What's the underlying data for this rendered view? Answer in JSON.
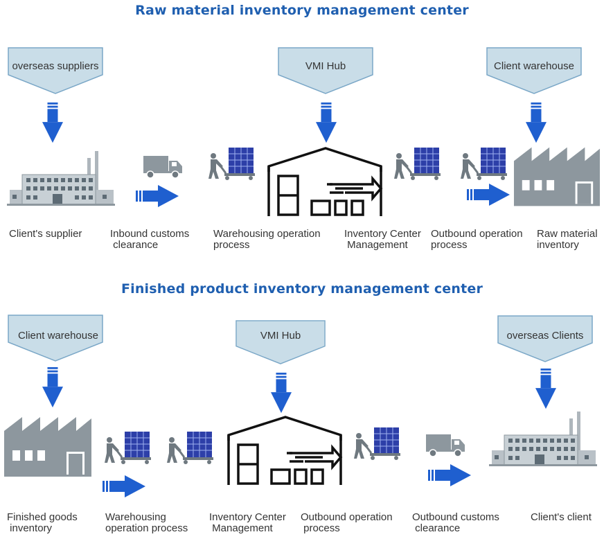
{
  "sections": [
    {
      "title": "Raw material inventory management center",
      "tags": [
        "overseas suppliers",
        "VMI Hub",
        "Client warehouse"
      ],
      "steps": [
        "Client's supplier",
        "Inbound customs\n clearance",
        "Warehousing operation\nprocess",
        "Inventory Center\n Management",
        "Outbound operation\nprocess",
        "Raw material\ninventory"
      ]
    },
    {
      "title": "Finished product inventory management center",
      "tags": [
        "Client warehouse",
        "VMI Hub",
        "overseas Clients"
      ],
      "steps": [
        "Finished goods\n inventory",
        "Warehousing\noperation process",
        "Inventory Center\n Management",
        "Outbound operation\n process",
        "Outbound customs\n clearance",
        "Client's client"
      ]
    }
  ],
  "colors": {
    "title": "#1f5fb0",
    "tag_fill": "#c9dde8",
    "tag_stroke": "#7aa7c7",
    "arrow": "#1f5fcf",
    "factory": "#8d979e",
    "pallet": "#2d3fa8"
  },
  "icons": [
    "down-arrow-icon",
    "right-arrow-icon",
    "truck-icon",
    "pallet-jack-icon",
    "factory-icon",
    "plant-building-icon",
    "warehouse-icon"
  ]
}
